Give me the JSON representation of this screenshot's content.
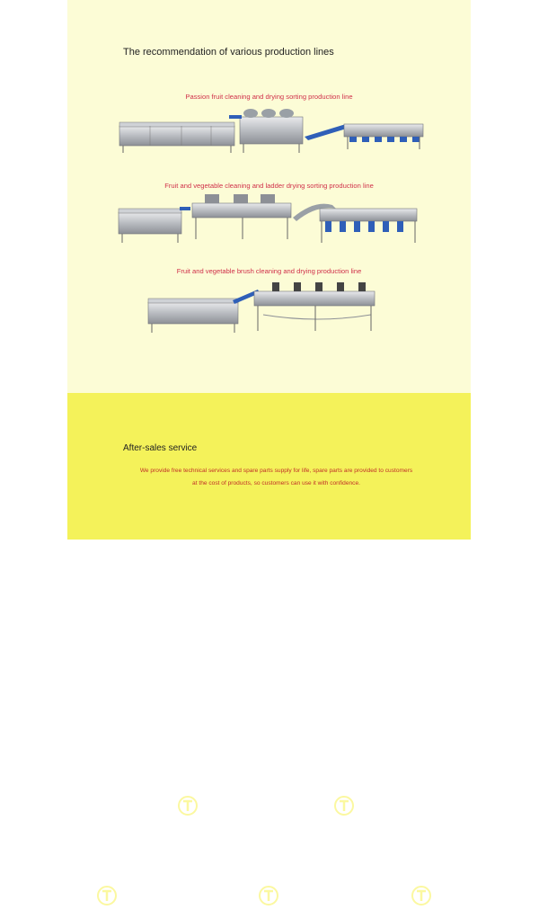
{
  "section_title": "The recommendation of various production lines",
  "production_lines": [
    {
      "caption": "Passion fruit cleaning and drying sorting production line"
    },
    {
      "caption": "Fruit and vegetable cleaning and ladder drying sorting production line"
    },
    {
      "caption": "Fruit and vegetable brush cleaning and drying production line"
    }
  ],
  "after_sales": {
    "title": "After-sales service",
    "text": "We provide free technical services and spare parts supply for life, spare parts are provided to customers at the cost of products, so customers can use it with confidence."
  },
  "colors": {
    "upper_background": "#fcfcd6",
    "lower_background": "#f4f25a",
    "caption": "#d0304a",
    "body_text": "#c03028"
  },
  "icons": [
    "watermark-logo-icon"
  ]
}
